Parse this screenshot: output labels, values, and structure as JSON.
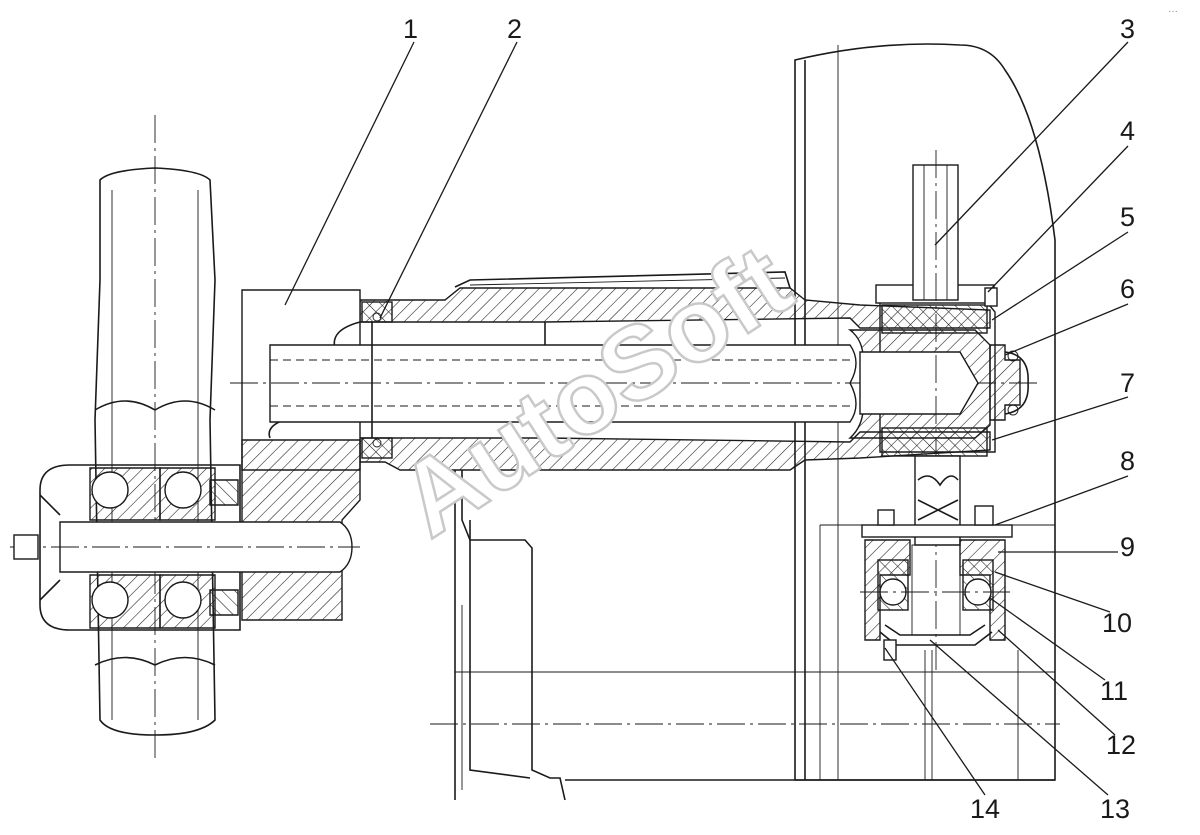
{
  "callouts": [
    {
      "label": "1"
    },
    {
      "label": "2"
    },
    {
      "label": "3"
    },
    {
      "label": "4"
    },
    {
      "label": "5"
    },
    {
      "label": "6"
    },
    {
      "label": "7"
    },
    {
      "label": "8"
    },
    {
      "label": "9"
    },
    {
      "label": "10"
    },
    {
      "label": "11"
    },
    {
      "label": "12"
    },
    {
      "label": "13"
    },
    {
      "label": "14"
    }
  ],
  "watermark": {
    "text": "AutoSoft"
  },
  "corner_mark": {
    "text": "···"
  },
  "colors": {
    "line": "#1a1a1a",
    "background": "#ffffff",
    "watermark_outline": "#c9c9c9"
  }
}
